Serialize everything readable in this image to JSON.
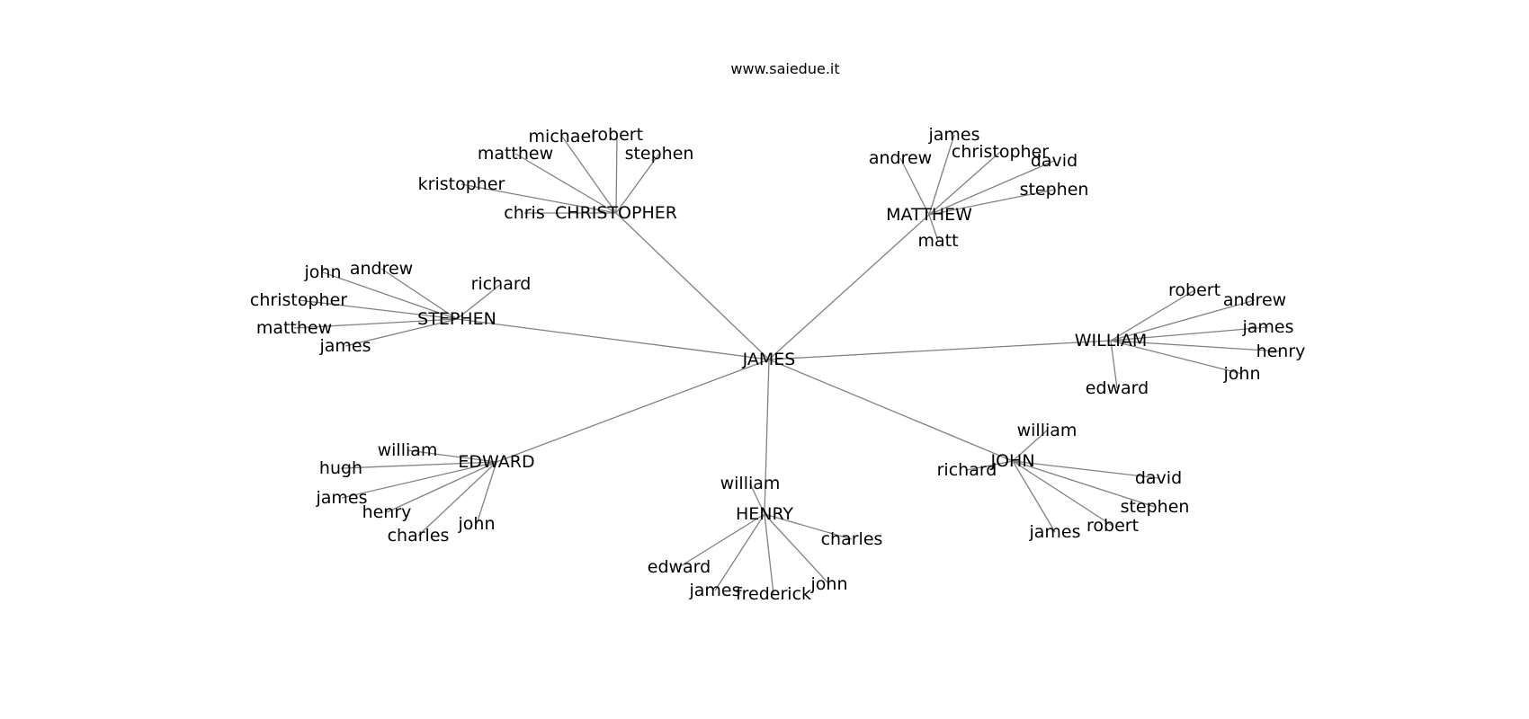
{
  "site": "www.saiedue.it",
  "center": "JAMES",
  "hubs": [
    {
      "label": "CHRISTOPHER",
      "leaves": [
        "chris",
        "kristopher",
        "matthew",
        "michael",
        "robert",
        "stephen"
      ]
    },
    {
      "label": "MATTHEW",
      "leaves": [
        "andrew",
        "james",
        "christopher",
        "david",
        "stephen",
        "matt"
      ]
    },
    {
      "label": "STEPHEN",
      "leaves": [
        "john",
        "andrew",
        "richard",
        "christopher",
        "matthew",
        "james"
      ]
    },
    {
      "label": "WILLIAM",
      "leaves": [
        "robert",
        "andrew",
        "james",
        "henry",
        "john",
        "edward"
      ]
    },
    {
      "label": "EDWARD",
      "leaves": [
        "william",
        "hugh",
        "james",
        "henry",
        "charles",
        "john"
      ]
    },
    {
      "label": "HENRY",
      "leaves": [
        "william",
        "charles",
        "edward",
        "james",
        "frederick",
        "john"
      ]
    },
    {
      "label": "JOHN",
      "leaves": [
        "william",
        "richard",
        "david",
        "stephen",
        "robert",
        "james"
      ]
    }
  ]
}
